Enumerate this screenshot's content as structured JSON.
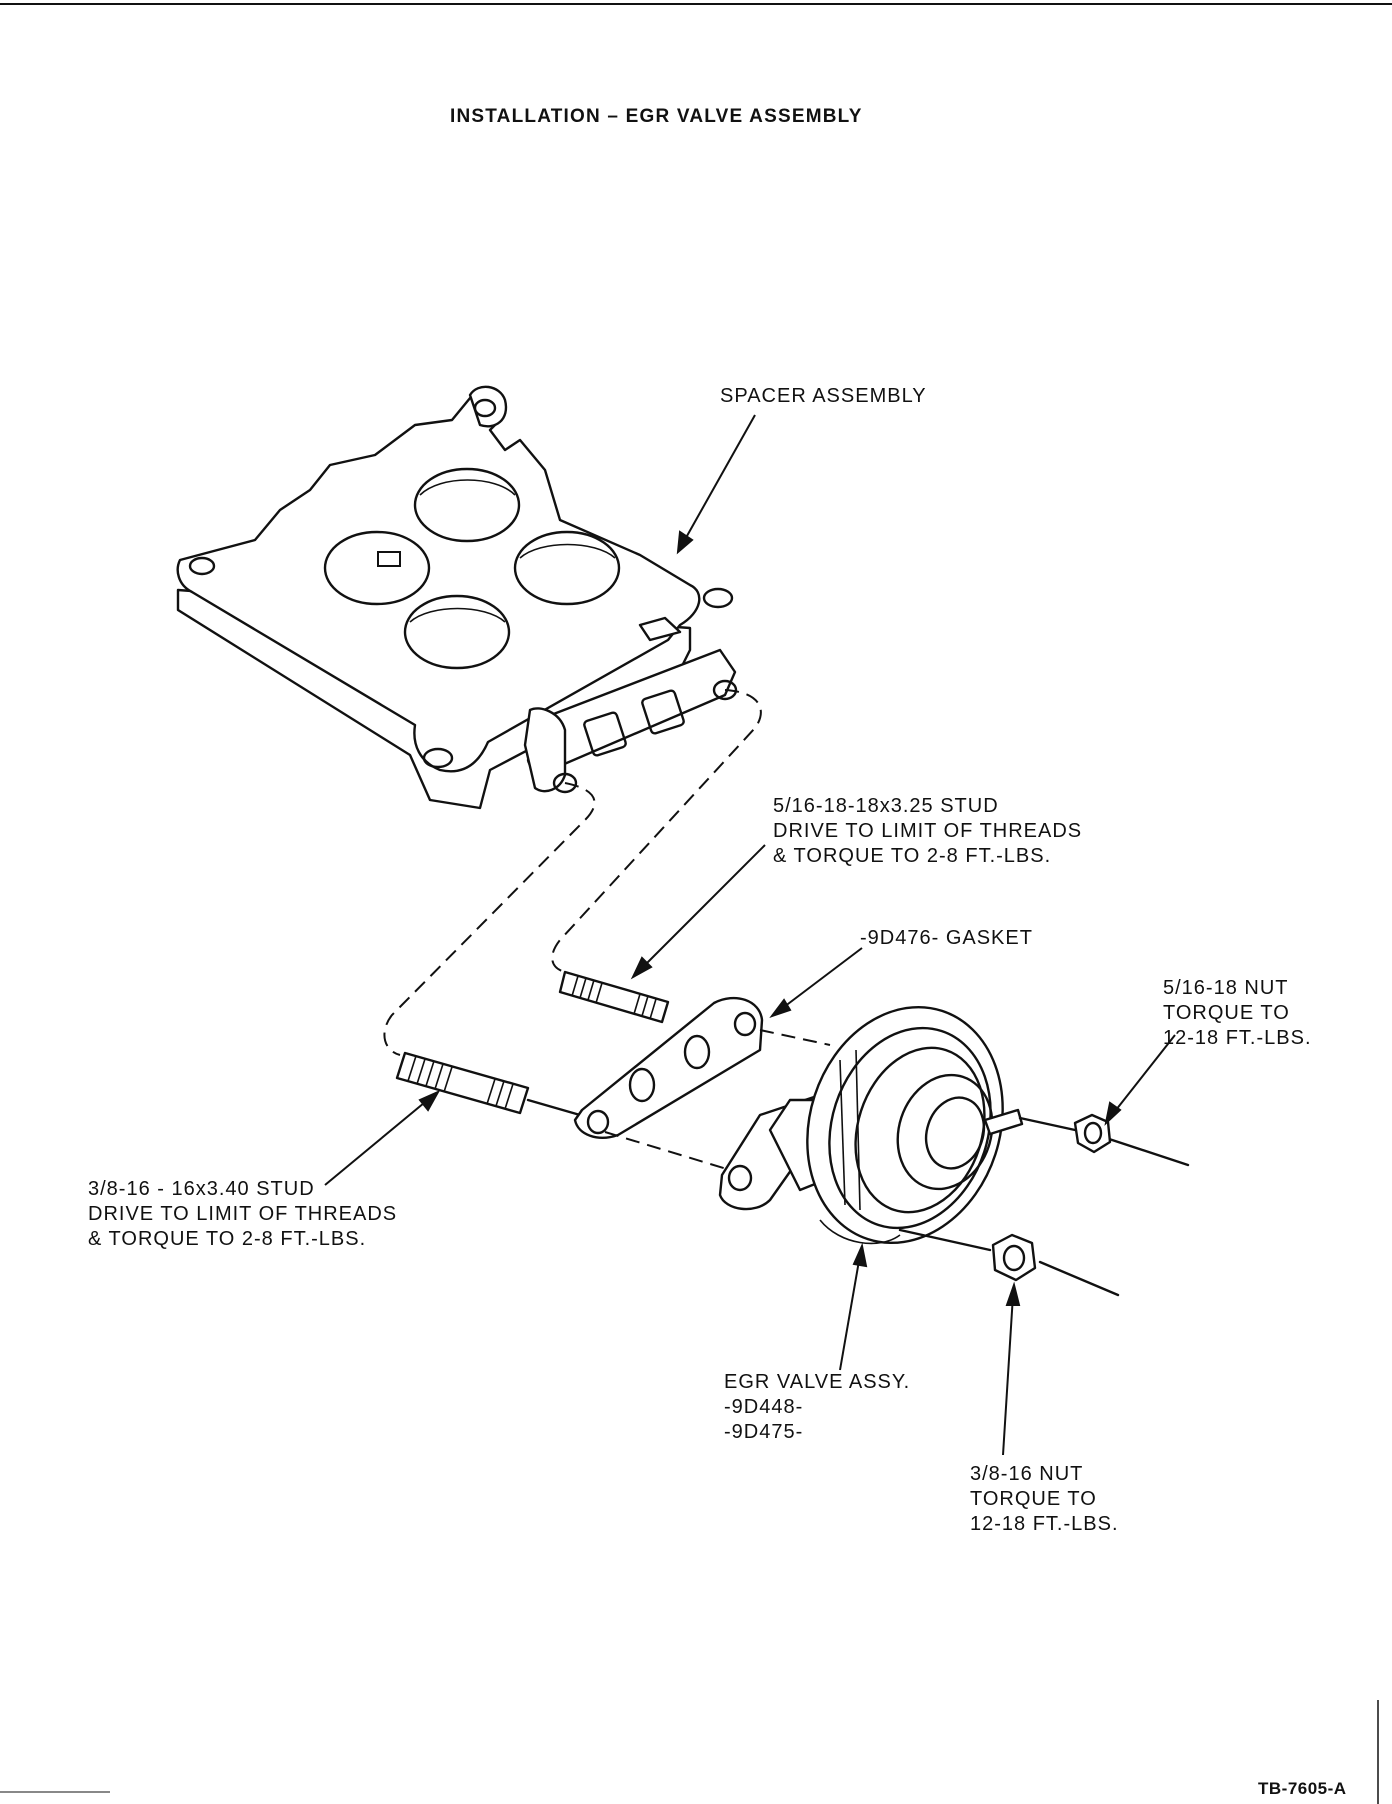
{
  "title": "INSTALLATION – EGR VALVE ASSEMBLY",
  "labels": {
    "spacer": "SPACER ASSEMBLY",
    "stud_516": [
      "5/16-18-18x3.25 STUD",
      "DRIVE TO LIMIT OF THREADS",
      "& TORQUE TO 2-8 FT.-LBS."
    ],
    "gasket": "-9D476- GASKET",
    "nut_516": [
      "5/16-18 NUT",
      "TORQUE TO",
      "12-18 FT.-LBS."
    ],
    "stud_38": [
      "3/8-16 - 16x3.40 STUD",
      "DRIVE TO LIMIT OF THREADS",
      "& TORQUE TO 2-8 FT.-LBS."
    ],
    "egr_valve": [
      "EGR VALVE ASSY.",
      "-9D448-",
      "-9D475-"
    ],
    "nut_38": [
      "3/8-16 NUT",
      "TORQUE TO",
      "12-18 FT.-LBS."
    ]
  },
  "figure_number": "TB-7605-A"
}
